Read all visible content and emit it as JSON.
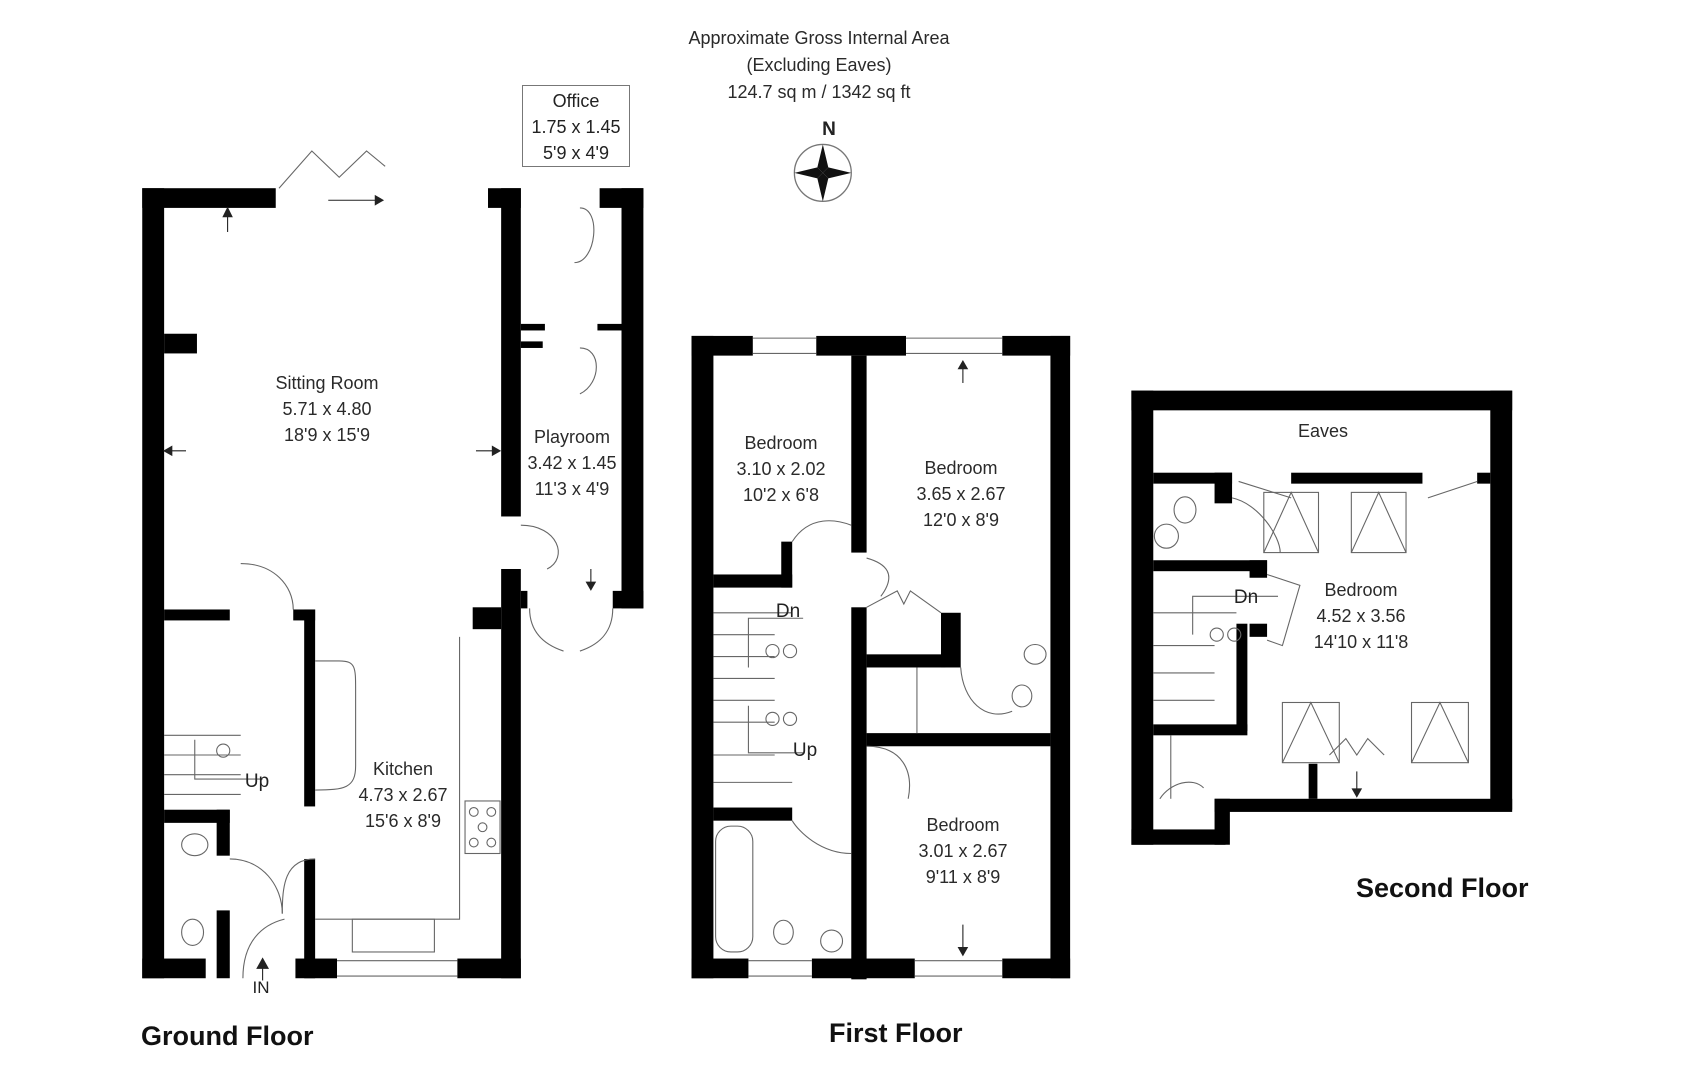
{
  "header": {
    "line1": "Approximate Gross Internal Area",
    "line2": "(Excluding Eaves)",
    "line3": "124.7 sq m / 1342 sq ft"
  },
  "compass": {
    "label": "N"
  },
  "floors": {
    "ground": {
      "title": "Ground Floor",
      "rooms": {
        "sitting_room": {
          "name": "Sitting Room",
          "metric": "5.71 x 4.80",
          "imperial": "18'9 x 15'9"
        },
        "office": {
          "name": "Office",
          "metric": "1.75 x 1.45",
          "imperial": "5'9 x 4'9"
        },
        "playroom": {
          "name": "Playroom",
          "metric": "3.42 x 1.45",
          "imperial": "11'3 x 4'9"
        },
        "kitchen": {
          "name": "Kitchen",
          "metric": "4.73 x 2.67",
          "imperial": "15'6 x 8'9"
        }
      },
      "stairs_label": "Up",
      "entrance_label": "IN"
    },
    "first": {
      "title": "First Floor",
      "rooms": {
        "bedroom_small": {
          "name": "Bedroom",
          "metric": "3.10 x 2.02",
          "imperial": "10'2 x 6'8"
        },
        "bedroom_front": {
          "name": "Bedroom",
          "metric": "3.65 x 2.67",
          "imperial": "12'0 x 8'9"
        },
        "bedroom_rear": {
          "name": "Bedroom",
          "metric": "3.01 x 2.67",
          "imperial": "9'11 x 8'9"
        }
      },
      "stairs_down_label": "Dn",
      "stairs_up_label": "Up"
    },
    "second": {
      "title": "Second Floor",
      "rooms": {
        "eaves": {
          "name": "Eaves"
        },
        "bedroom": {
          "name": "Bedroom",
          "metric": "4.52 x 3.56",
          "imperial": "14'10 x 11'8"
        }
      },
      "stairs_down_label": "Dn"
    }
  }
}
